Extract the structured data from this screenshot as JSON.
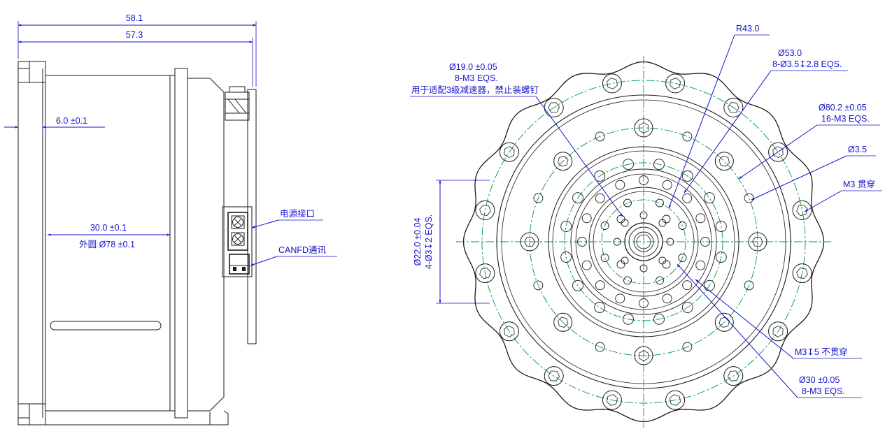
{
  "drawing": {
    "colors": {
      "outline": "#1a1a1a",
      "dimension": "#1414cc",
      "centerline": "#009a44"
    },
    "side_view": {
      "dim_total_width": "58.1",
      "dim_body_width": "57.3",
      "dim_flange_thickness": "6.0 ±0.1",
      "dim_inner_width": "30.0 ±0.1",
      "dim_outer_circle": "外圆 Ø78 ±0.1",
      "label_power_port": "电源接口",
      "label_canfd_port": "CANFD通讯"
    },
    "front_view": {
      "dim_r43": "R43.0",
      "dim_d53_line1": "Ø53.0",
      "dim_d53_line2": "8-Ø3.5↧2.8 EQS.",
      "dim_d19_line1": "Ø19.0 ±0.05",
      "dim_d19_line2": "8-M3 EQS.",
      "dim_d19_note": "用于适配3级减速器，禁止装螺钉",
      "dim_d80_line1": "Ø80.2 ±0.05",
      "dim_d80_line2": "16-M3 EQS.",
      "dim_d35": "Ø3.5",
      "note_m3_through": "M3 贯穿",
      "dim_d22_line1": "Ø22.0 ±0.04",
      "dim_d22_line2": "4-Ø3↧2 EQS.",
      "note_m3_blind": "M3↧5 不贯穿",
      "dim_d30_line1": "Ø30 ±0.05",
      "dim_d30_line2": "8-M3 EQS."
    }
  }
}
